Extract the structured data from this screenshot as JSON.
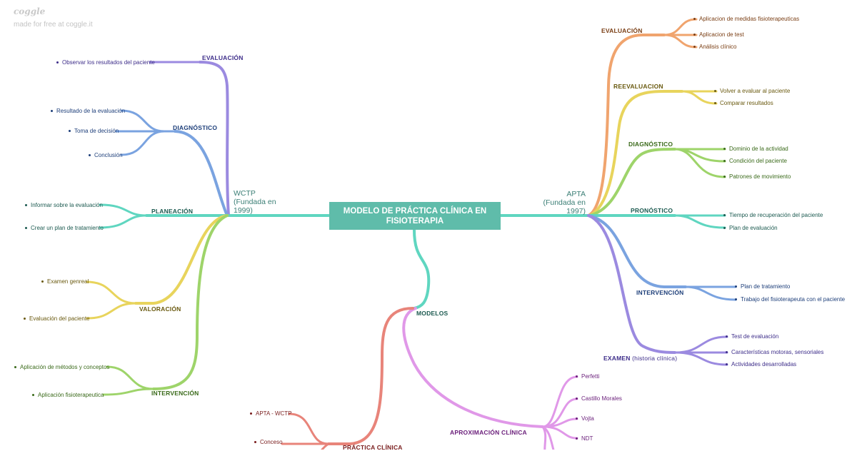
{
  "brand": {
    "name": "coggle",
    "tagline": "made for free at coggle.it"
  },
  "central": {
    "title": "MODELO DE PRÁCTICA CLÍNICA EN FISIOTERAPIA"
  },
  "colors": {
    "teal": "#5fd6c0",
    "purple": "#9b8ae0",
    "blue": "#7aa3e0",
    "yellow": "#e8d45c",
    "green": "#9ed46a",
    "orange": "#f0a46e",
    "magenta": "#e098e8",
    "red": "#e8847a",
    "central_bg": "#5fbcaa"
  },
  "wctp": {
    "title": "WCTP (Fundada en 1999)",
    "evaluacion": {
      "label": "EVALUACIÓN",
      "items": [
        "Observar los resultados del paciente"
      ]
    },
    "diagnostico": {
      "label": "DIAGNÓSTICO",
      "items": [
        "Resultado de la evaluación",
        "Toma de decisión",
        "Conclusión"
      ]
    },
    "planeacion": {
      "label": "PLANEACIÓN",
      "items": [
        "Informar sobre la evaluación",
        "Crear un plan de tratamiento"
      ]
    },
    "valoracion": {
      "label": "VALORACIÓN",
      "items": [
        "Examen genreal",
        "Evaluación del paciente"
      ]
    },
    "intervencion": {
      "label": "INTERVENCIÓN",
      "items": [
        "Aplicación de métodos y conceptos",
        "Aplicación fisioterapeutica"
      ]
    }
  },
  "apta": {
    "title": "APTA (Fundada en 1997)",
    "evaluacion": {
      "label": "EVALUACIÓN",
      "items": [
        "Aplicacion de medidas fisioterapeuticas",
        "Aplicacion de test",
        "Análisis clínico"
      ]
    },
    "reevaluacion": {
      "label": "REEVALUACION",
      "items": [
        "Volver a evaluar al paciente",
        "Comparar resultados"
      ]
    },
    "diagnostico": {
      "label": "DIAGNÓSTICO",
      "items": [
        "Dominio de la actividad",
        "Condición del paciente",
        "Patrones de movimiento"
      ]
    },
    "pronostico": {
      "label": "PRONÓSTICO",
      "items": [
        "Tiempo de recuperación del paciente",
        "Plan de evaluación"
      ]
    },
    "intervencion": {
      "label": "INTERVENCIÓN",
      "items": [
        "Plan de tratamiento",
        "Trabajo del fisioterapeuta con el paciente"
      ]
    },
    "examen": {
      "label": "EXAMEN",
      "label_extra": "(historia clínica)",
      "items": [
        "Test de evaluación",
        "Características motoras, sensoriales",
        "Actividades desarrolladas"
      ]
    }
  },
  "modelos": {
    "label": "MODELOS",
    "aproximacion": {
      "label": "APROXIMACIÓN CLÍNICA",
      "items": [
        "Perfetti",
        "Castillo Morales",
        "Vojta",
        "NDT"
      ]
    },
    "practica": {
      "label": "PRÁCTICA CLÍNICA",
      "items": [
        "APTA - WCTP",
        "Conceso"
      ]
    }
  }
}
